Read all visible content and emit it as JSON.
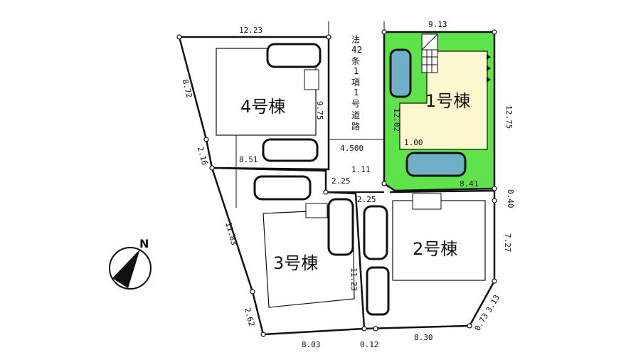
{
  "colors": {
    "lot1_green": "#5ee34a",
    "lot1_building": "#fbf7cf",
    "car_fill": "#6fb0c8",
    "line": "#111111",
    "background": "#ffffff"
  },
  "compass": {
    "label": "N",
    "icon": "north-arrow-icon"
  },
  "road": {
    "label": "法42条1項1号道路",
    "chars": [
      "法",
      "42",
      "条",
      "1",
      "項",
      "1",
      "号",
      "道",
      "路"
    ]
  },
  "lots": [
    {
      "id": "lot4",
      "label": "4号棟"
    },
    {
      "id": "lot1",
      "label": "1号棟"
    },
    {
      "id": "lot3",
      "label": "3号棟"
    },
    {
      "id": "lot2",
      "label": "2号棟"
    }
  ],
  "dimensions": {
    "d_12_23": "12.23",
    "d_8_72": "8.72",
    "d_2_16": "2.16",
    "d_9_75": "9.75",
    "d_8_51": "8.51",
    "d_11_83": "11.83",
    "d_2_62": "2.62",
    "d_8_03": "8.03",
    "d_0_12": "0.12",
    "d_8_30": "8.30",
    "d_0_73": "0.73",
    "d_3_13": "3.13",
    "d_7_27": "7.27",
    "d_0_40": "0.40",
    "d_12_75": "12.75",
    "d_9_13": "9.13",
    "d_12_02": "12.02",
    "d_1_00": "1.00",
    "d_8_41": "8.41",
    "d_4_500": "4.500",
    "d_1_11": "1.11",
    "d_2_25a": "2.25",
    "d_2_25b": "2.25",
    "d_11_23": "11.23"
  }
}
